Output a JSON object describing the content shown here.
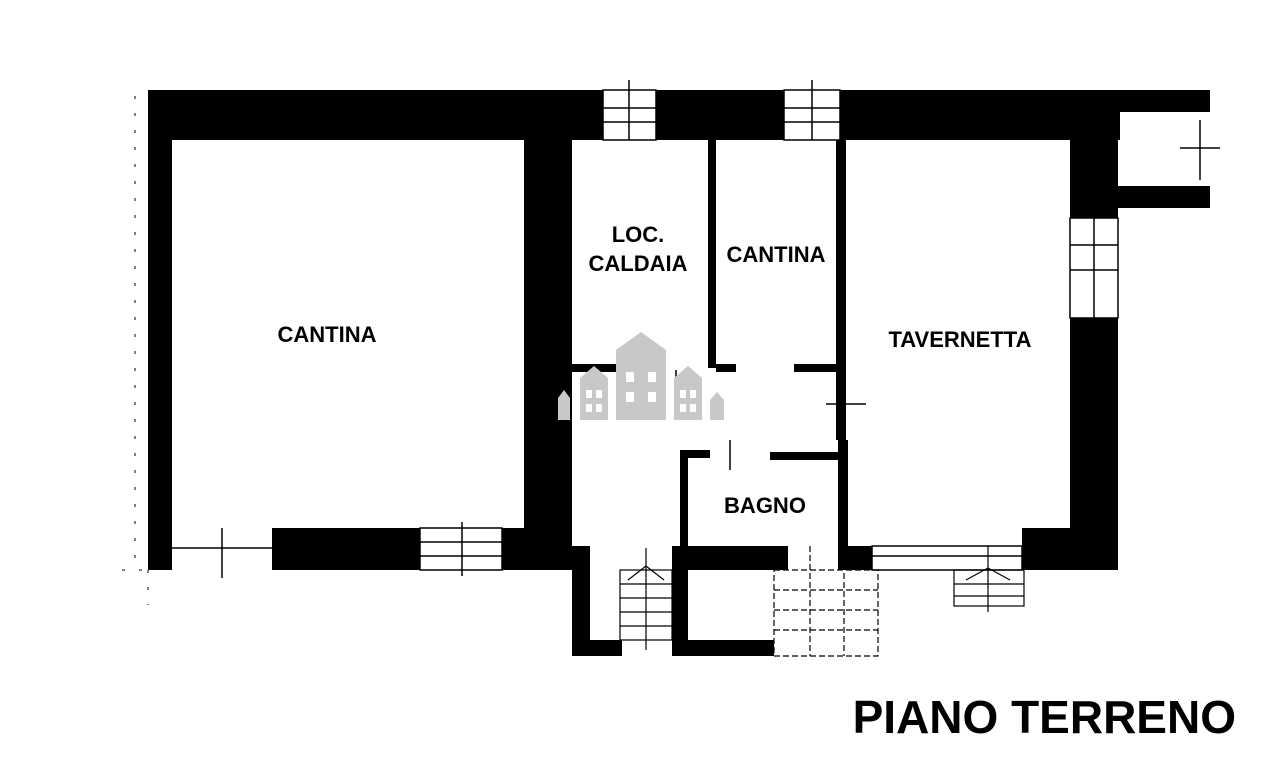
{
  "floor_title": "PIANO TERRENO",
  "rooms": [
    {
      "id": "cantina-large",
      "label": "CANTINA"
    },
    {
      "id": "loc-caldaia",
      "label_line1": "LOC.",
      "label_line2": "CALDAIA"
    },
    {
      "id": "cantina-small",
      "label": "CANTINA"
    },
    {
      "id": "tavernetta",
      "label": "TAVERNETTA"
    },
    {
      "id": "bagno",
      "label": "BAGNO"
    }
  ],
  "colors": {
    "wall": "#000000",
    "background": "#ffffff",
    "watermark": "#c8c8c8"
  },
  "icons": {
    "watermark": "buildings-watermark-icon"
  }
}
